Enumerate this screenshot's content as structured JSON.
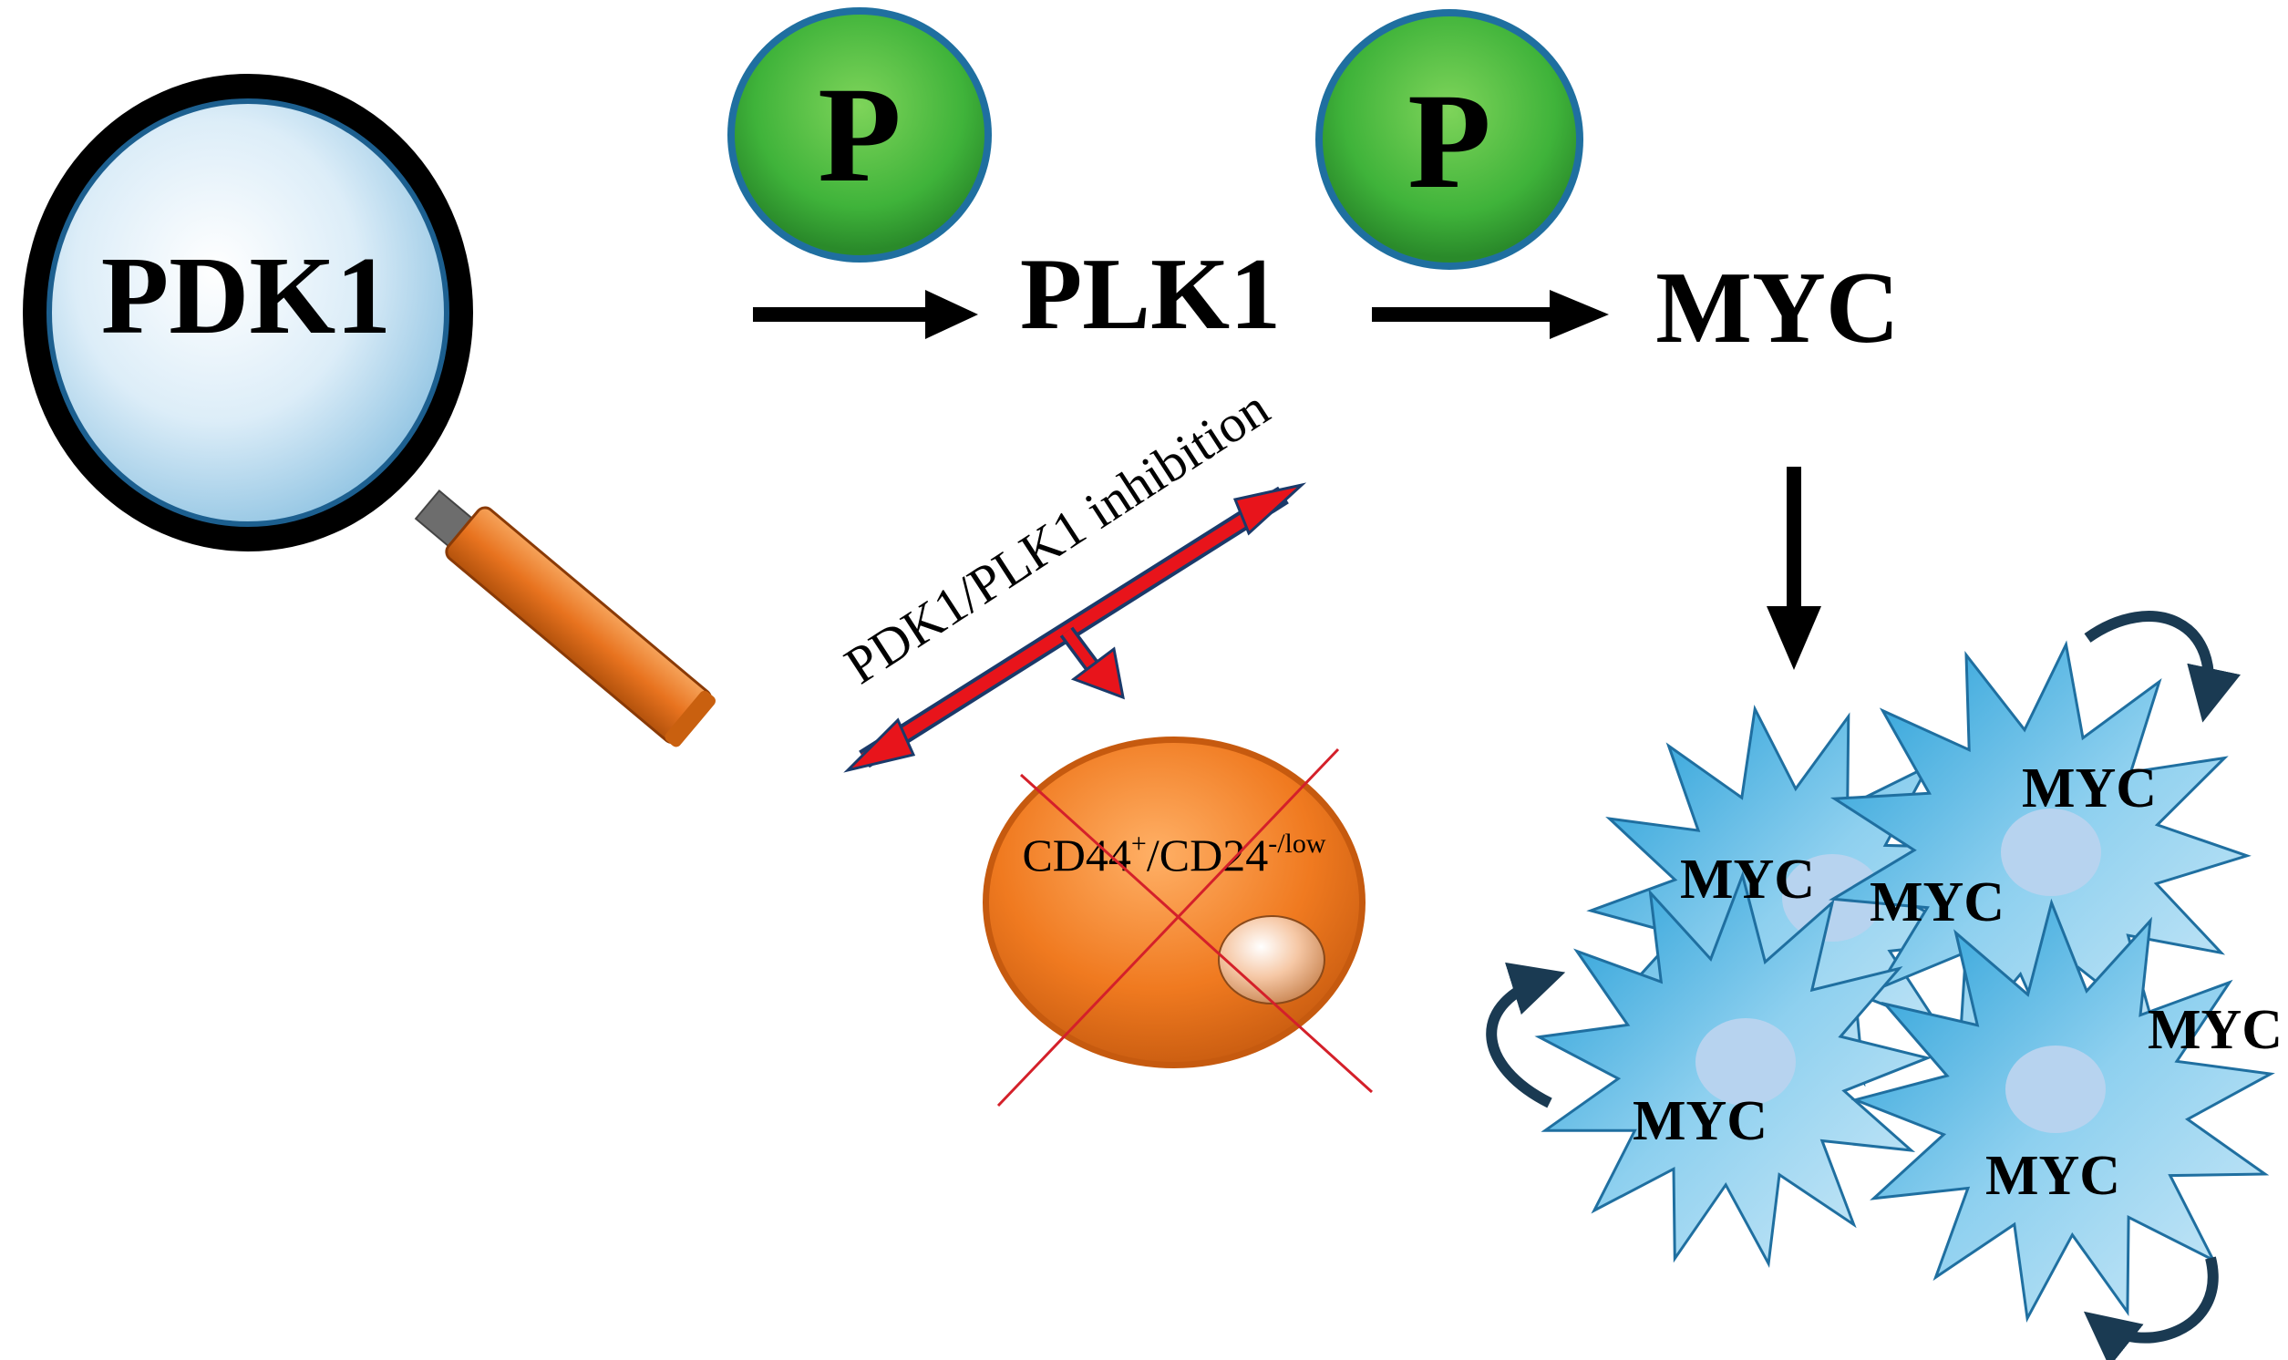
{
  "magnifier": {
    "label": "PDK1"
  },
  "pathway": {
    "phospho_symbol_1": "P",
    "phospho_symbol_2": "P",
    "node_plk1": "PLK1",
    "node_myc": "MYC"
  },
  "inhibition": {
    "label": "PDK1/PLK1 inhibition"
  },
  "stem_cell": {
    "marker_a": "CD44",
    "marker_a_sup": "+",
    "separator": "/CD24",
    "marker_b_sup": "-/low"
  },
  "tumor_cells": {
    "labels": [
      "MYC",
      "MYC",
      "MYC",
      "MYC",
      "MYC",
      "MYC"
    ]
  },
  "colors": {
    "phospho_green": "#3fb33a",
    "inhibition_red": "#e8141b",
    "cell_orange": "#f07a20",
    "tumor_blue": "#4fb3e3",
    "handle_orange": "#e8731f",
    "cross_red": "#d4202a",
    "lens_blue": "#cfe6f5"
  }
}
